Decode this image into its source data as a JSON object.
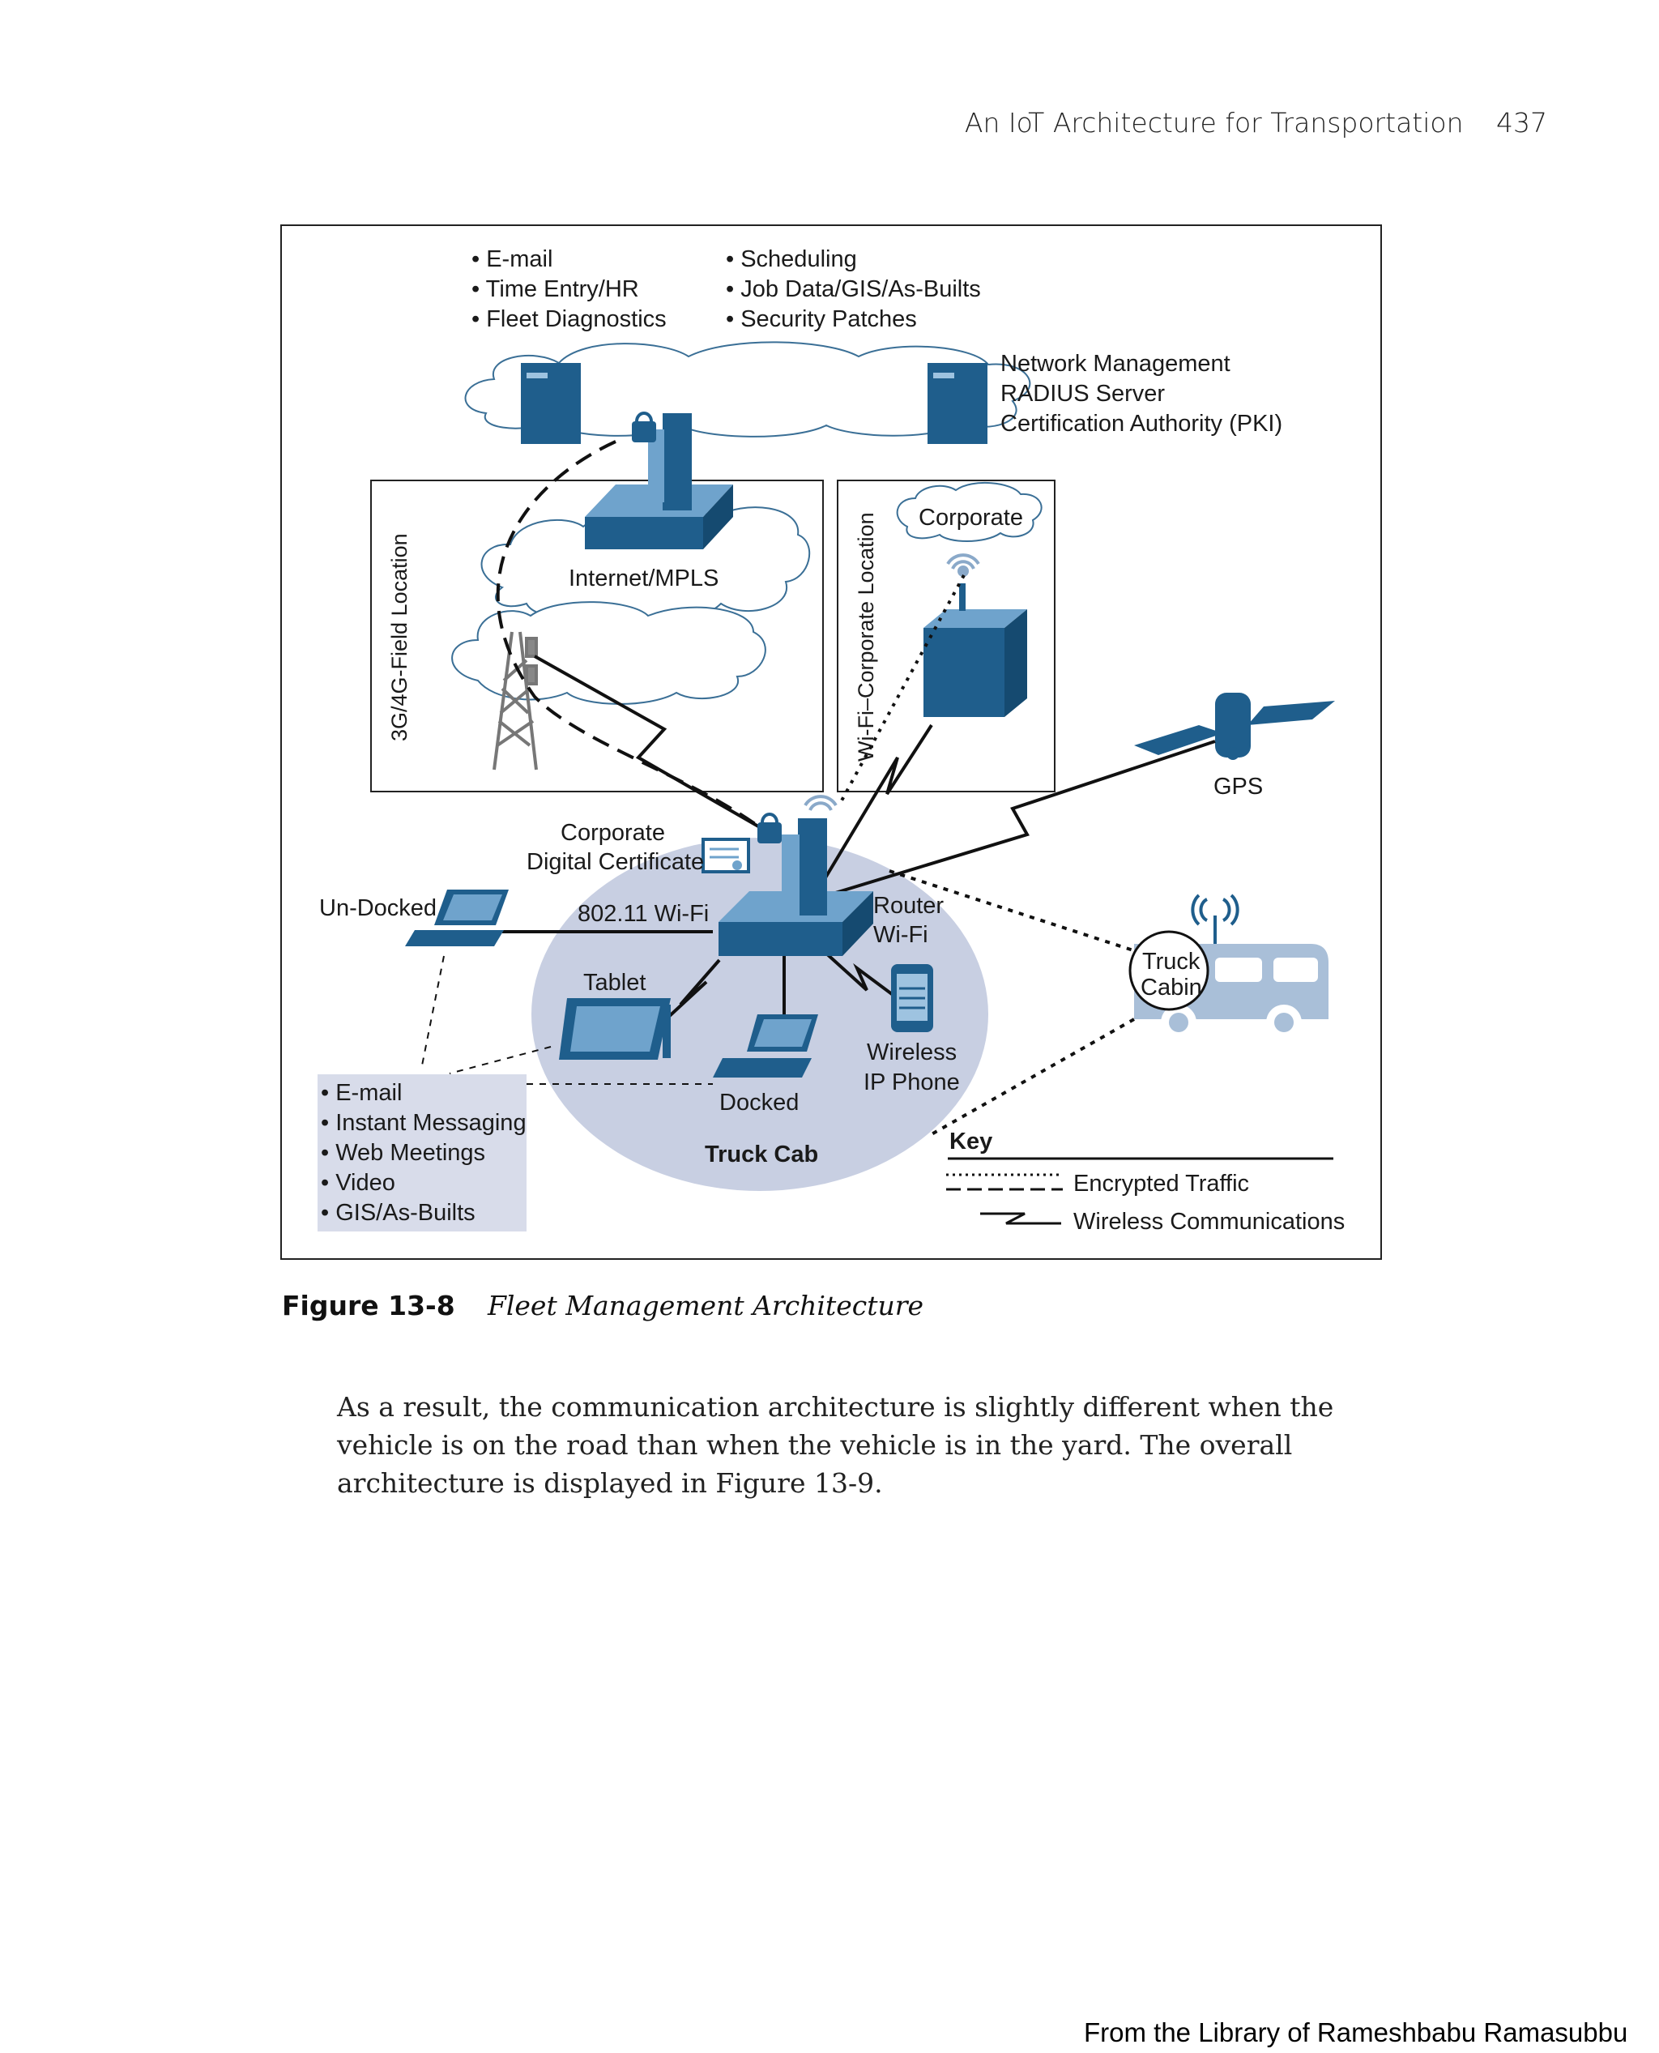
{
  "header": {
    "running_title": "An IoT Architecture for Transportation",
    "page_number": "437"
  },
  "figure": {
    "top_services_left": [
      "• E-mail",
      "• Time Entry/HR",
      "• Fleet Diagnostics"
    ],
    "top_services_right": [
      "• Scheduling",
      "• Job Data/GIS/As-Builts",
      "• Security Patches"
    ],
    "server_labels": [
      "Network Management",
      "RADIUS Server",
      "Certification Authority (PKI)"
    ],
    "field_location": "3G/4G-Field Location",
    "internet_label": "Internet/MPLS",
    "corporate_location": "Wi-Fi–Corporate Location",
    "corporate_cloud": "Corporate",
    "gps": "GPS",
    "cert_label_1": "Corporate",
    "cert_label_2": "Digital Certificate",
    "undocked": "Un-Docked",
    "wifi_label": "802.11 Wi-Fi",
    "router_label_1": "Router",
    "router_label_2": "Wi-Fi",
    "truck_cabin_1": "Truck",
    "truck_cabin_2": "Cabin",
    "tablet": "Tablet",
    "docked": "Docked",
    "phone_label_1": "Wireless",
    "phone_label_2": "IP Phone",
    "truck_cab": "Truck Cab",
    "cab_services": [
      "• E-mail",
      "• Instant Messaging",
      "• Web Meetings",
      "• Video",
      "• GIS/As-Builts"
    ],
    "key_title": "Key",
    "key_encrypted": "Encrypted Traffic",
    "key_wireless": "Wireless Communications",
    "colors": {
      "device_blue": "#1f5e8c",
      "device_light": "#6fa3cc",
      "cab_fill": "#c8cfe2",
      "panel_fill": "#d8dcea"
    }
  },
  "caption": {
    "label": "Figure 13-8",
    "title": "Fleet Management Architecture"
  },
  "body": {
    "paragraph": "As a result, the communication architecture is slightly different when the vehicle is on the road than when the vehicle is in the yard. The overall architecture is displayed in Figure 13-9."
  },
  "footer": {
    "library_note": "From the Library of Rameshbabu Ramasubbu"
  }
}
